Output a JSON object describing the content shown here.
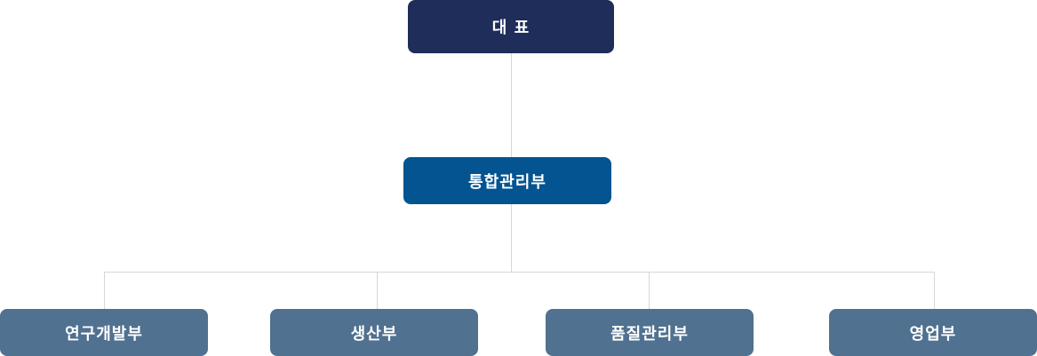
{
  "org_chart": {
    "top": {
      "label": "대 표"
    },
    "middle": {
      "label": "통합관리부"
    },
    "departments": [
      {
        "label": "연구개발부"
      },
      {
        "label": "생산부"
      },
      {
        "label": "품질관리부"
      },
      {
        "label": "영업부"
      }
    ]
  },
  "colors": {
    "top_box": "#1e2d5a",
    "middle_box": "#035490",
    "department_box": "#50718f",
    "connector_line": "#d4d7dc",
    "box_text": "#ffffff"
  }
}
